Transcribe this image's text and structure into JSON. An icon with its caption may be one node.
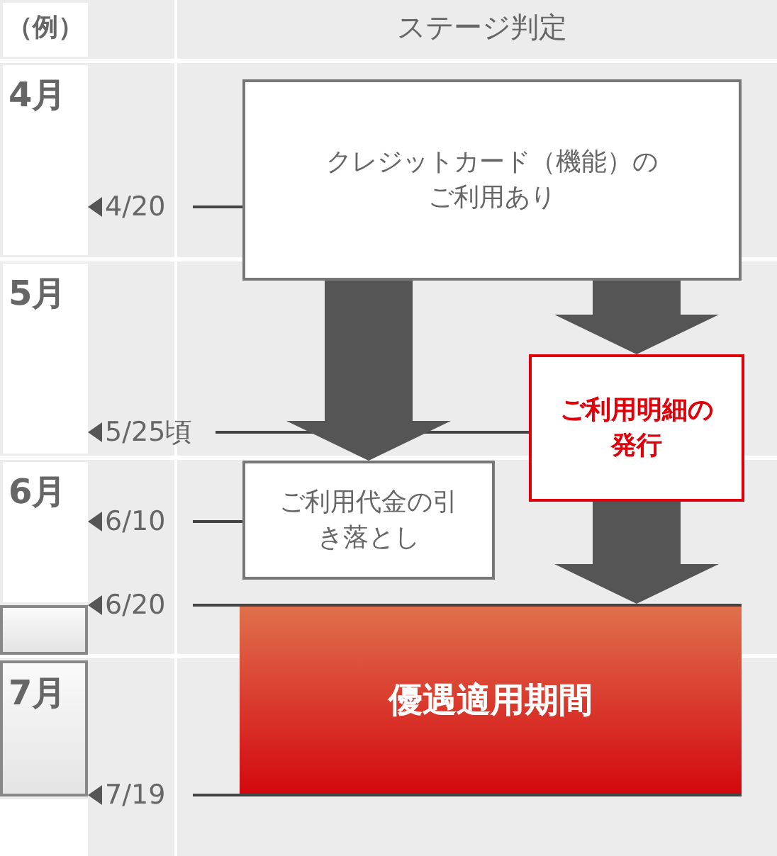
{
  "diagram": {
    "nodes": [
      {
        "text": [
          "（例）"
        ]
      },
      {
        "text": [
          "4月"
        ]
      },
      {
        "text": [
          "4/20"
        ]
      },
      {
        "text": [
          "クレジットカード（機能）のご利用あり"
        ]
      },
      {
        "text": [
          "5月"
        ]
      },
      {
        "text": [
          "5/25頃"
        ]
      },
      {
        "text": [
          "ご利用明細の発行"
        ]
      },
      {
        "text": [
          "6月"
        ]
      },
      {
        "text": [
          "6/10"
        ]
      },
      {
        "text": [
          "ご利用代金の引き落とし"
        ]
      },
      {
        "text": [],
        "shape": "box"
      },
      {
        "text": [
          "6/20"
        ]
      },
      {
        "text": [
          "優遇適用期間"
        ]
      },
      {
        "text": [
          "7月"
        ]
      },
      {
        "text": [
          "7/19"
        ]
      }
    ],
    "edges": [
      {
        "from": 2,
        "to": 3,
        "arrow": "none"
      },
      {
        "from": 3,
        "to": 9,
        "arrow": "to",
        "style": "thick"
      },
      {
        "from": 3,
        "to": 6,
        "arrow": "to",
        "style": "thick"
      },
      {
        "from": 5,
        "to": 6,
        "arrow": "none"
      },
      {
        "from": 8,
        "to": 9,
        "arrow": "none"
      },
      {
        "from": 6,
        "to": 12,
        "arrow": "to",
        "style": "thick"
      },
      {
        "from": 11,
        "to": 12,
        "arrow": "none"
      },
      {
        "from": 14,
        "to": 12,
        "arrow": "none"
      }
    ],
    "labels": [
      "ステージ判定"
    ]
  }
}
